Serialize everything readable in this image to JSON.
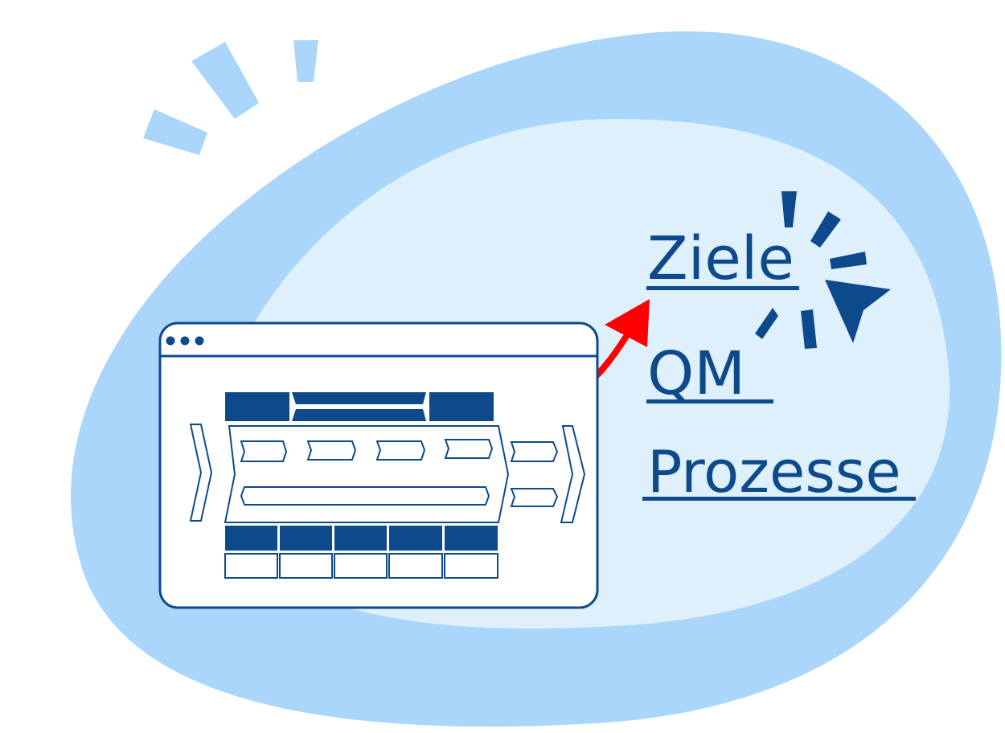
{
  "links": [
    {
      "label": "Ziele"
    },
    {
      "label": "QM"
    },
    {
      "label": "Prozesse"
    }
  ],
  "icons": {
    "window_dots": "three-dots-icon",
    "pointer": "cursor-arrow-icon",
    "arrow": "red-curved-arrow-icon",
    "burst": "sparkle-burst-icon"
  },
  "colors": {
    "blob_outer": "#aad6fb",
    "blob_inner": "#dff0fd",
    "navy": "#0d4a8c",
    "arrow": "#ff0000",
    "window_bg": "#ffffff"
  }
}
